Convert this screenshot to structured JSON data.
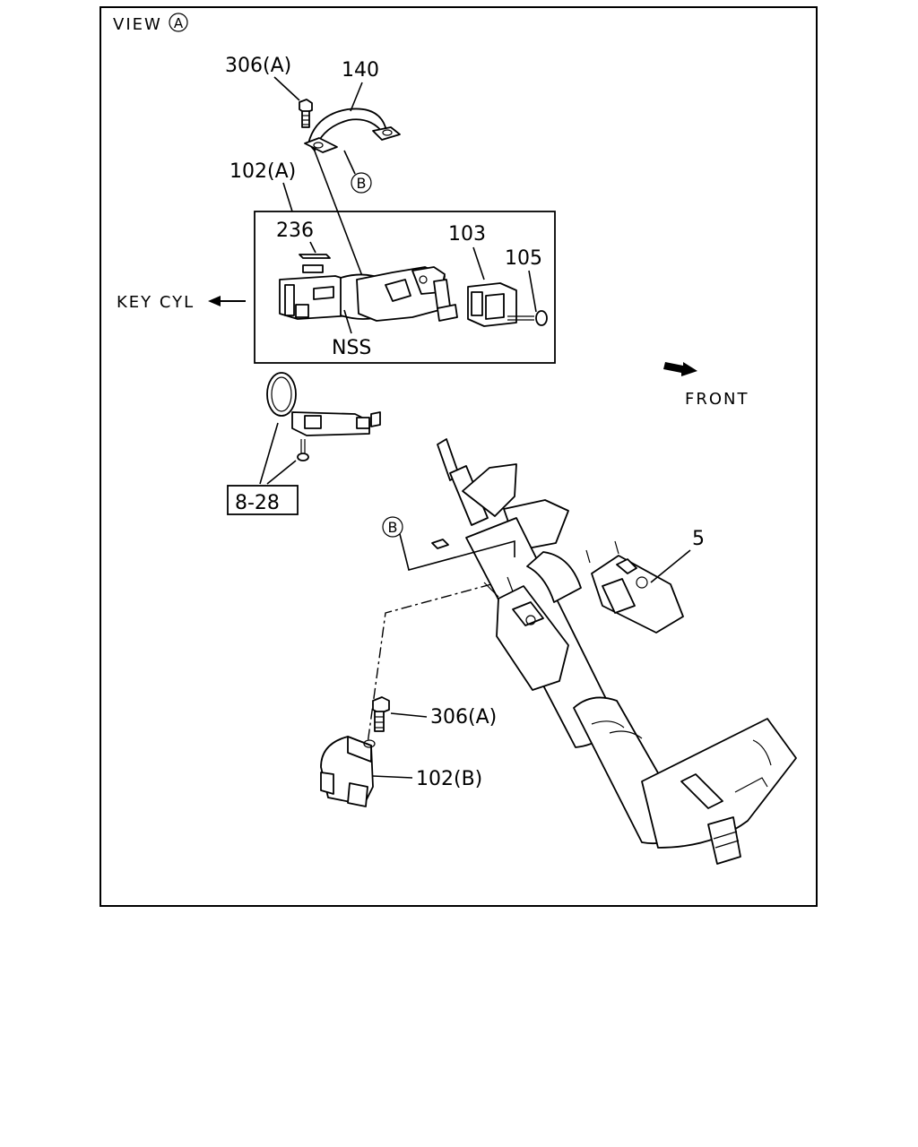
{
  "view": {
    "label": "VIEW",
    "marker": "A"
  },
  "callouts": {
    "p306a_top": "306(A)",
    "p140": "140",
    "p102a": "102(A)",
    "p236": "236",
    "p103": "103",
    "p105": "105",
    "nss": "NSS",
    "key_cyl": "KEY CYL",
    "front": "FRONT",
    "p828": "8-28",
    "p5": "5",
    "p306a_bottom": "306(A)",
    "p102b": "102(B)"
  },
  "markers": {
    "b_top": "B",
    "b_mid": "B"
  }
}
